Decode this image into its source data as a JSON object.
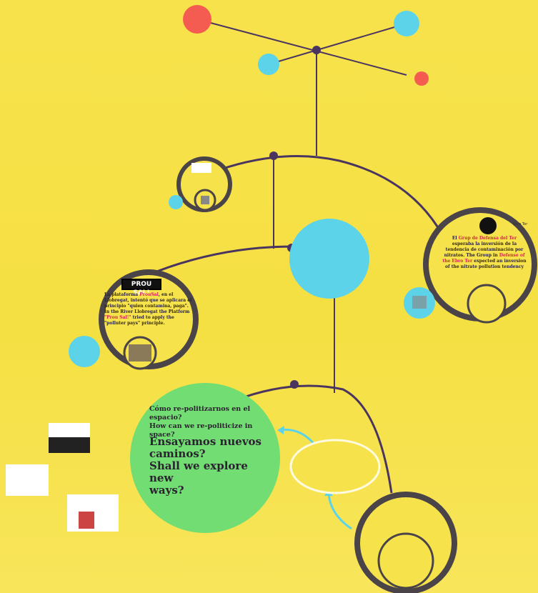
{
  "center": {
    "question_es": "Cómo re-politizarnos en el espacio?",
    "question_en": "How can we re-politicize in space?",
    "heading_line1": "Ensayamos nuevos",
    "heading_line2": "caminos?",
    "heading_line3": "Shall we explore new",
    "heading_line4": "ways?"
  },
  "left_node": {
    "logo": "PROU SAL!",
    "text_a": "La plataforma ",
    "brand_es": "ProuSal",
    "text_b": ", en el Llobregat, intentó que se aplicara el principio \"quien contamina, paga\". In the River Llobregat the Platform ",
    "brand_en": "\"Prou Sal!\"",
    "text_c": " tried to apply the \"polluter pays\" principle."
  },
  "right_node": {
    "text_a": "El ",
    "group_es": "Grup de Defensa del Ter",
    "text_b": " esperaba la inversión de la tendencia de contaminación por nitratos. The Group in ",
    "group_en": "Defense of the Ebro Ter",
    "text_c": " expected an inversion of the nitrate pollution tendency",
    "corner_label": "Ebro Ter"
  },
  "colors": {
    "accent_purple": "#4a3560",
    "ring_gray": "#4a4448",
    "cyan": "#5dd3ea",
    "red": "#f45c52",
    "green": "#72dd72",
    "background": "#f6e24a"
  }
}
